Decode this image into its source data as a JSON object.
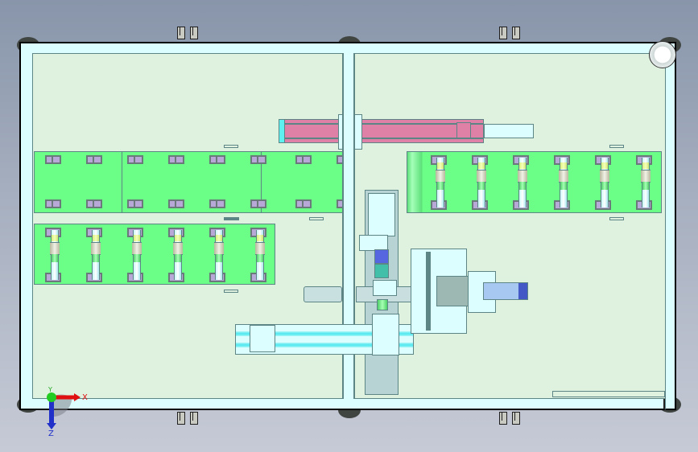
{
  "view": {
    "type": "CAD top view",
    "subject": "automation machine assembly layout"
  },
  "triad": {
    "x_label": "X",
    "y_label": "Y",
    "z_label": "Z",
    "x_color": "#ff0000",
    "y_color": "#00cc00",
    "z_color": "#0000cc"
  },
  "colors": {
    "background_top": "#8895aa",
    "background_bottom": "#c6cad6",
    "frame": "#dcfefe",
    "base_plate": "#dff1df",
    "fixture_plate": "#6bff87",
    "edge": "#5e8585",
    "linear_module": "#df80a6",
    "pad": "#b8a8d8",
    "motor": "#a7c8f0"
  },
  "components": {
    "upper_fixture_rows": 2,
    "upper_left_fixture_columns": 8,
    "lower_left_fixture_pins": 6,
    "right_fixture_pins": 6
  }
}
